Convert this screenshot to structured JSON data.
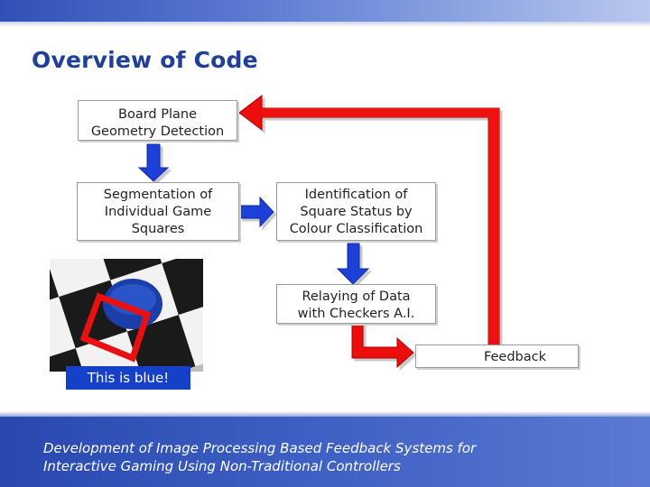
{
  "title": "Overview of Code",
  "boxes": {
    "board_plane": "Board Plane\nGeometry Detection",
    "segmentation": "Segmentation of\nIndividual Game\nSquares",
    "identification": "Identification of\nSquare Status by\nColour Classification",
    "relaying": "Relaying of Data\nwith Checkers A.I.",
    "feedback": "Feedback"
  },
  "photo_caption": "This is blue!",
  "footer": "Development of Image Processing Based Feedback Systems for\nInteractive Gaming Using Non-Traditional Controllers",
  "colors": {
    "arrow_blue": "#1a3fd8",
    "arrow_red": "#ee1111",
    "title": "#1f3f9a",
    "band": "#3050b8",
    "caption_bg": "#1540c8"
  }
}
